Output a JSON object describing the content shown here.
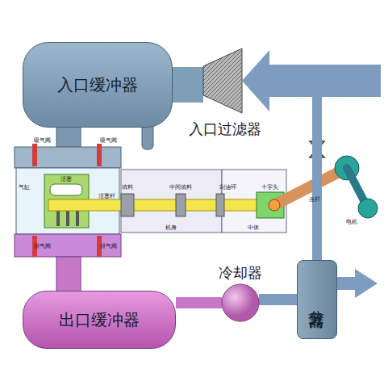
{
  "diagram": {
    "nodes": [
      {
        "text": [
          "入口缓冲器"
        ]
      },
      {
        "text": [
          "入口过滤器"
        ]
      },
      {
        "text": [
          "冷却器"
        ]
      },
      {
        "text": [
          "分离器"
        ]
      },
      {
        "text": [
          "出口缓冲器"
        ]
      }
    ],
    "edges": [
      {
        "from": 3,
        "to": 1,
        "arrow": "to"
      },
      {
        "from": 1,
        "to": 0,
        "arrow": "none"
      },
      {
        "from": 4,
        "to": 2,
        "arrow": "none"
      },
      {
        "from": 2,
        "to": 3,
        "arrow": "none"
      }
    ],
    "labels": [
      "吸气阀",
      "吸气阀",
      "气缸",
      "活塞",
      "活塞杆",
      "填料",
      "中间填料",
      "刮油环",
      "十字头",
      "连杆",
      "电机",
      "机身",
      "中体",
      "排气阀",
      "排气阀"
    ]
  }
}
